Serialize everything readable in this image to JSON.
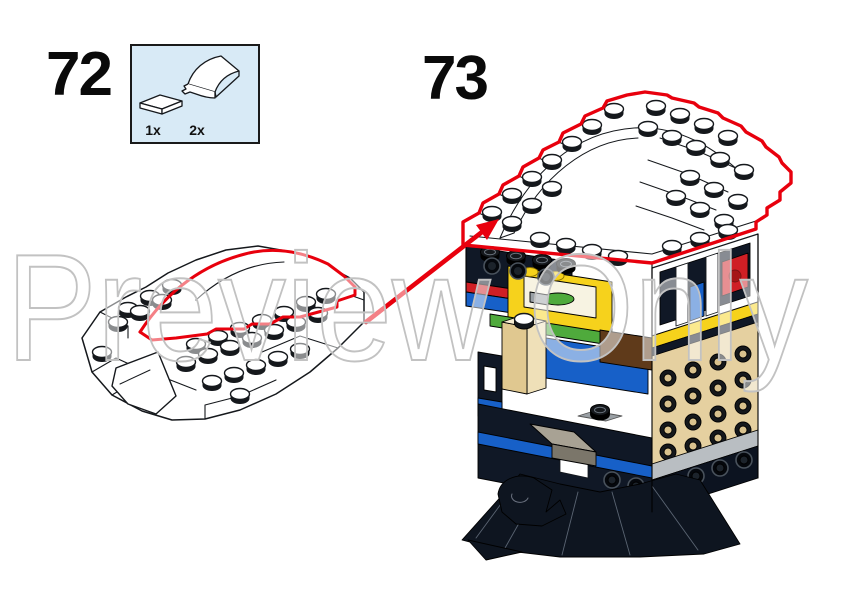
{
  "page": {
    "watermark": "Preview Only",
    "background": "#ffffff"
  },
  "steps": {
    "step72": {
      "number": "72"
    },
    "step73": {
      "number": "73"
    }
  },
  "parts_callout": {
    "items": [
      {
        "count": "1x",
        "part": "white-1x2-tile"
      },
      {
        "count": "2x",
        "part": "white-2x2-curved-slope"
      }
    ]
  },
  "colors": {
    "highlight_red": "#e8000d",
    "callout_bg": "#d8eaf6",
    "callout_border": "#1a1a1a",
    "line_black": "#15181c",
    "brick_white": "#ffffff",
    "tan": "#e5d0a0",
    "blue": "#1760c8",
    "yellow": "#f6d21c",
    "green": "#4faa3c",
    "brick_red": "#cf1f25",
    "dark_navy": "#101826",
    "gray": "#9aa0a5",
    "light_gray": "#b9bec2",
    "brown": "#5f3a1a",
    "watermark_gray": "#c2c2c2"
  }
}
